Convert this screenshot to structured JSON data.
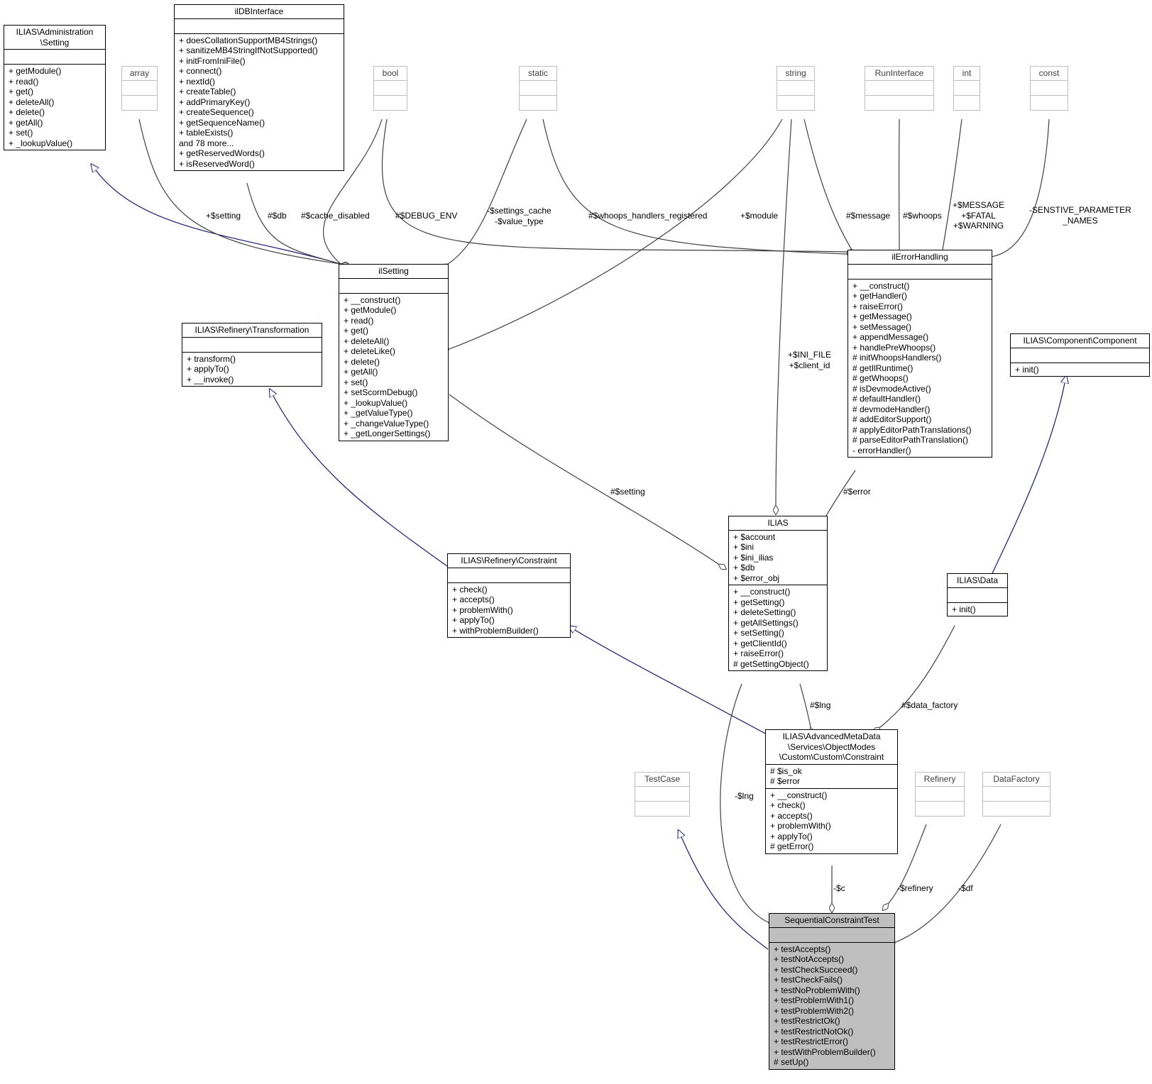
{
  "classes": {
    "admin_setting": {
      "title": "ILIAS\\Administration\n\\Setting",
      "attributes": [],
      "methods": [
        "+ getModule()",
        "+ read()",
        "+ get()",
        "+ deleteAll()",
        "+ delete()",
        "+ getAll()",
        "+ set()",
        "+ _lookupValue()"
      ]
    },
    "array": {
      "title": "array",
      "attributes": [],
      "methods": []
    },
    "ildbinterface": {
      "title": "ilDBInterface",
      "attributes": [],
      "methods": [
        "+ doesCollationSupportMB4Strings()",
        "+ sanitizeMB4StringIfNotSupported()",
        "+ initFromIniFile()",
        "+ connect()",
        "+ nextId()",
        "+ createTable()",
        "+ addPrimaryKey()",
        "+ createSequence()",
        "+ getSequenceName()",
        "+ tableExists()",
        "and 78 more...",
        "+ getReservedWords()",
        "+ isReservedWord()"
      ]
    },
    "bool": {
      "title": "bool",
      "attributes": [],
      "methods": []
    },
    "static": {
      "title": "static",
      "attributes": [],
      "methods": []
    },
    "string": {
      "title": "string",
      "attributes": [],
      "methods": []
    },
    "runinterface": {
      "title": "RunInterface",
      "attributes": [],
      "methods": []
    },
    "int": {
      "title": "int",
      "attributes": [],
      "methods": []
    },
    "const": {
      "title": "const",
      "attributes": [],
      "methods": []
    },
    "ilsetting": {
      "title": "ilSetting",
      "attributes": [],
      "methods": [
        "+ __construct()",
        "+ getModule()",
        "+ read()",
        "+ get()",
        "+ deleteAll()",
        "+ deleteLike()",
        "+ delete()",
        "+ getAll()",
        "+ set()",
        "+ setScormDebug()",
        "+ _lookupValue()",
        "+ _getValueType()",
        "+ _changeValueType()",
        "+ _getLongerSettings()"
      ]
    },
    "ilerrorhandling": {
      "title": "ilErrorHandling",
      "attributes": [],
      "methods": [
        "+ __construct()",
        "+ getHandler()",
        "+ raiseError()",
        "+ getMessage()",
        "+ setMessage()",
        "+ appendMessage()",
        "+ handlePreWhoops()",
        "# initWhoopsHandlers()",
        "# getIlRuntime()",
        "# getWhoops()",
        "# isDevmodeActive()",
        "# defaultHandler()",
        "# devmodeHandler()",
        "# addEditorSupport()",
        "# applyEditorPathTranslations()",
        "# parseEditorPathTranslation()",
        "- errorHandler()"
      ]
    },
    "transformation": {
      "title": "ILIAS\\Refinery\\Transformation",
      "attributes": [],
      "methods": [
        "+ transform()",
        "+ applyTo()",
        "+ __invoke()"
      ]
    },
    "component": {
      "title": "ILIAS\\Component\\Component",
      "attributes": [],
      "methods": [
        "+ init()"
      ]
    },
    "ilias": {
      "title": "ILIAS",
      "attributes": [
        "+ $account",
        "+ $ini",
        "+ $ini_ilias",
        "+ $db",
        "+ $error_obj"
      ],
      "methods": [
        "+ __construct()",
        "+ getSetting()",
        "+ deleteSetting()",
        "+ getAllSettings()",
        "+ setSetting()",
        "+ getClientId()",
        "+ raiseError()",
        "# getSettingObject()"
      ]
    },
    "refinery_constraint": {
      "title": "ILIAS\\Refinery\\Constraint",
      "attributes": [],
      "methods": [
        "+ check()",
        "+ accepts()",
        "+ problemWith()",
        "+ applyTo()",
        "+ withProblemBuilder()"
      ]
    },
    "data": {
      "title": "ILIAS\\Data",
      "attributes": [],
      "methods": [
        "+ init()"
      ]
    },
    "custom_constraint": {
      "title": "ILIAS\\AdvancedMetaData\n\\Services\\ObjectModes\n\\Custom\\Custom\\Constraint",
      "attributes": [
        "# $is_ok",
        "# $error"
      ],
      "methods": [
        "+ __construct()",
        "+ check()",
        "+ accepts()",
        "+ problemWith()",
        "+ applyTo()",
        "# getError()"
      ]
    },
    "testcase": {
      "title": "TestCase",
      "attributes": [],
      "methods": []
    },
    "refinery": {
      "title": "Refinery",
      "attributes": [],
      "methods": []
    },
    "datafactory": {
      "title": "DataFactory",
      "attributes": [],
      "methods": []
    },
    "sequential": {
      "title": "SequentialConstraintTest",
      "attributes": [],
      "methods": [
        "+ testAccepts()",
        "+ testNotAccepts()",
        "+ testCheckSucceed()",
        "+ testCheckFails()",
        "+ testNoProblemWith()",
        "+ testProblemWith1()",
        "+ testProblemWith2()",
        "+ testRestrictOk()",
        "+ testRestrictNotOk()",
        "+ testRestrictError()",
        "+ testWithProblemBuilder()",
        "# setUp()"
      ]
    }
  },
  "edge_labels": {
    "setting_pub": "+$setting",
    "db": "#$db",
    "cache_disabled": "#$cache_disabled",
    "debug_env": "#$DEBUG_ENV",
    "settings_cache": "-$settings_cache\n-$value_type",
    "whoops_registered": "#$whoops_handlers_registered",
    "module": "+$module",
    "message": "#$message",
    "whoops": "#$whoops",
    "message_fatal_warning": "+$MESSAGE\n+$FATAL\n+$WARNING",
    "sensitive": "-SENSTIVE_PARAMETER\n_NAMES",
    "ini_file": "+$INI_FILE\n+$client_id",
    "setting_prot": "#$setting",
    "error": "#$error",
    "lng_prot": "#$lng",
    "data_factory": "#$data_factory",
    "lng_priv": "-$lng",
    "c": "-$c",
    "refinery": "-$refinery",
    "df": "-$df"
  },
  "colors": {
    "association": "#404040",
    "inheritance": "#191970",
    "focus_fill": "#bfbfbf",
    "external_border": "#bfbfbf"
  }
}
